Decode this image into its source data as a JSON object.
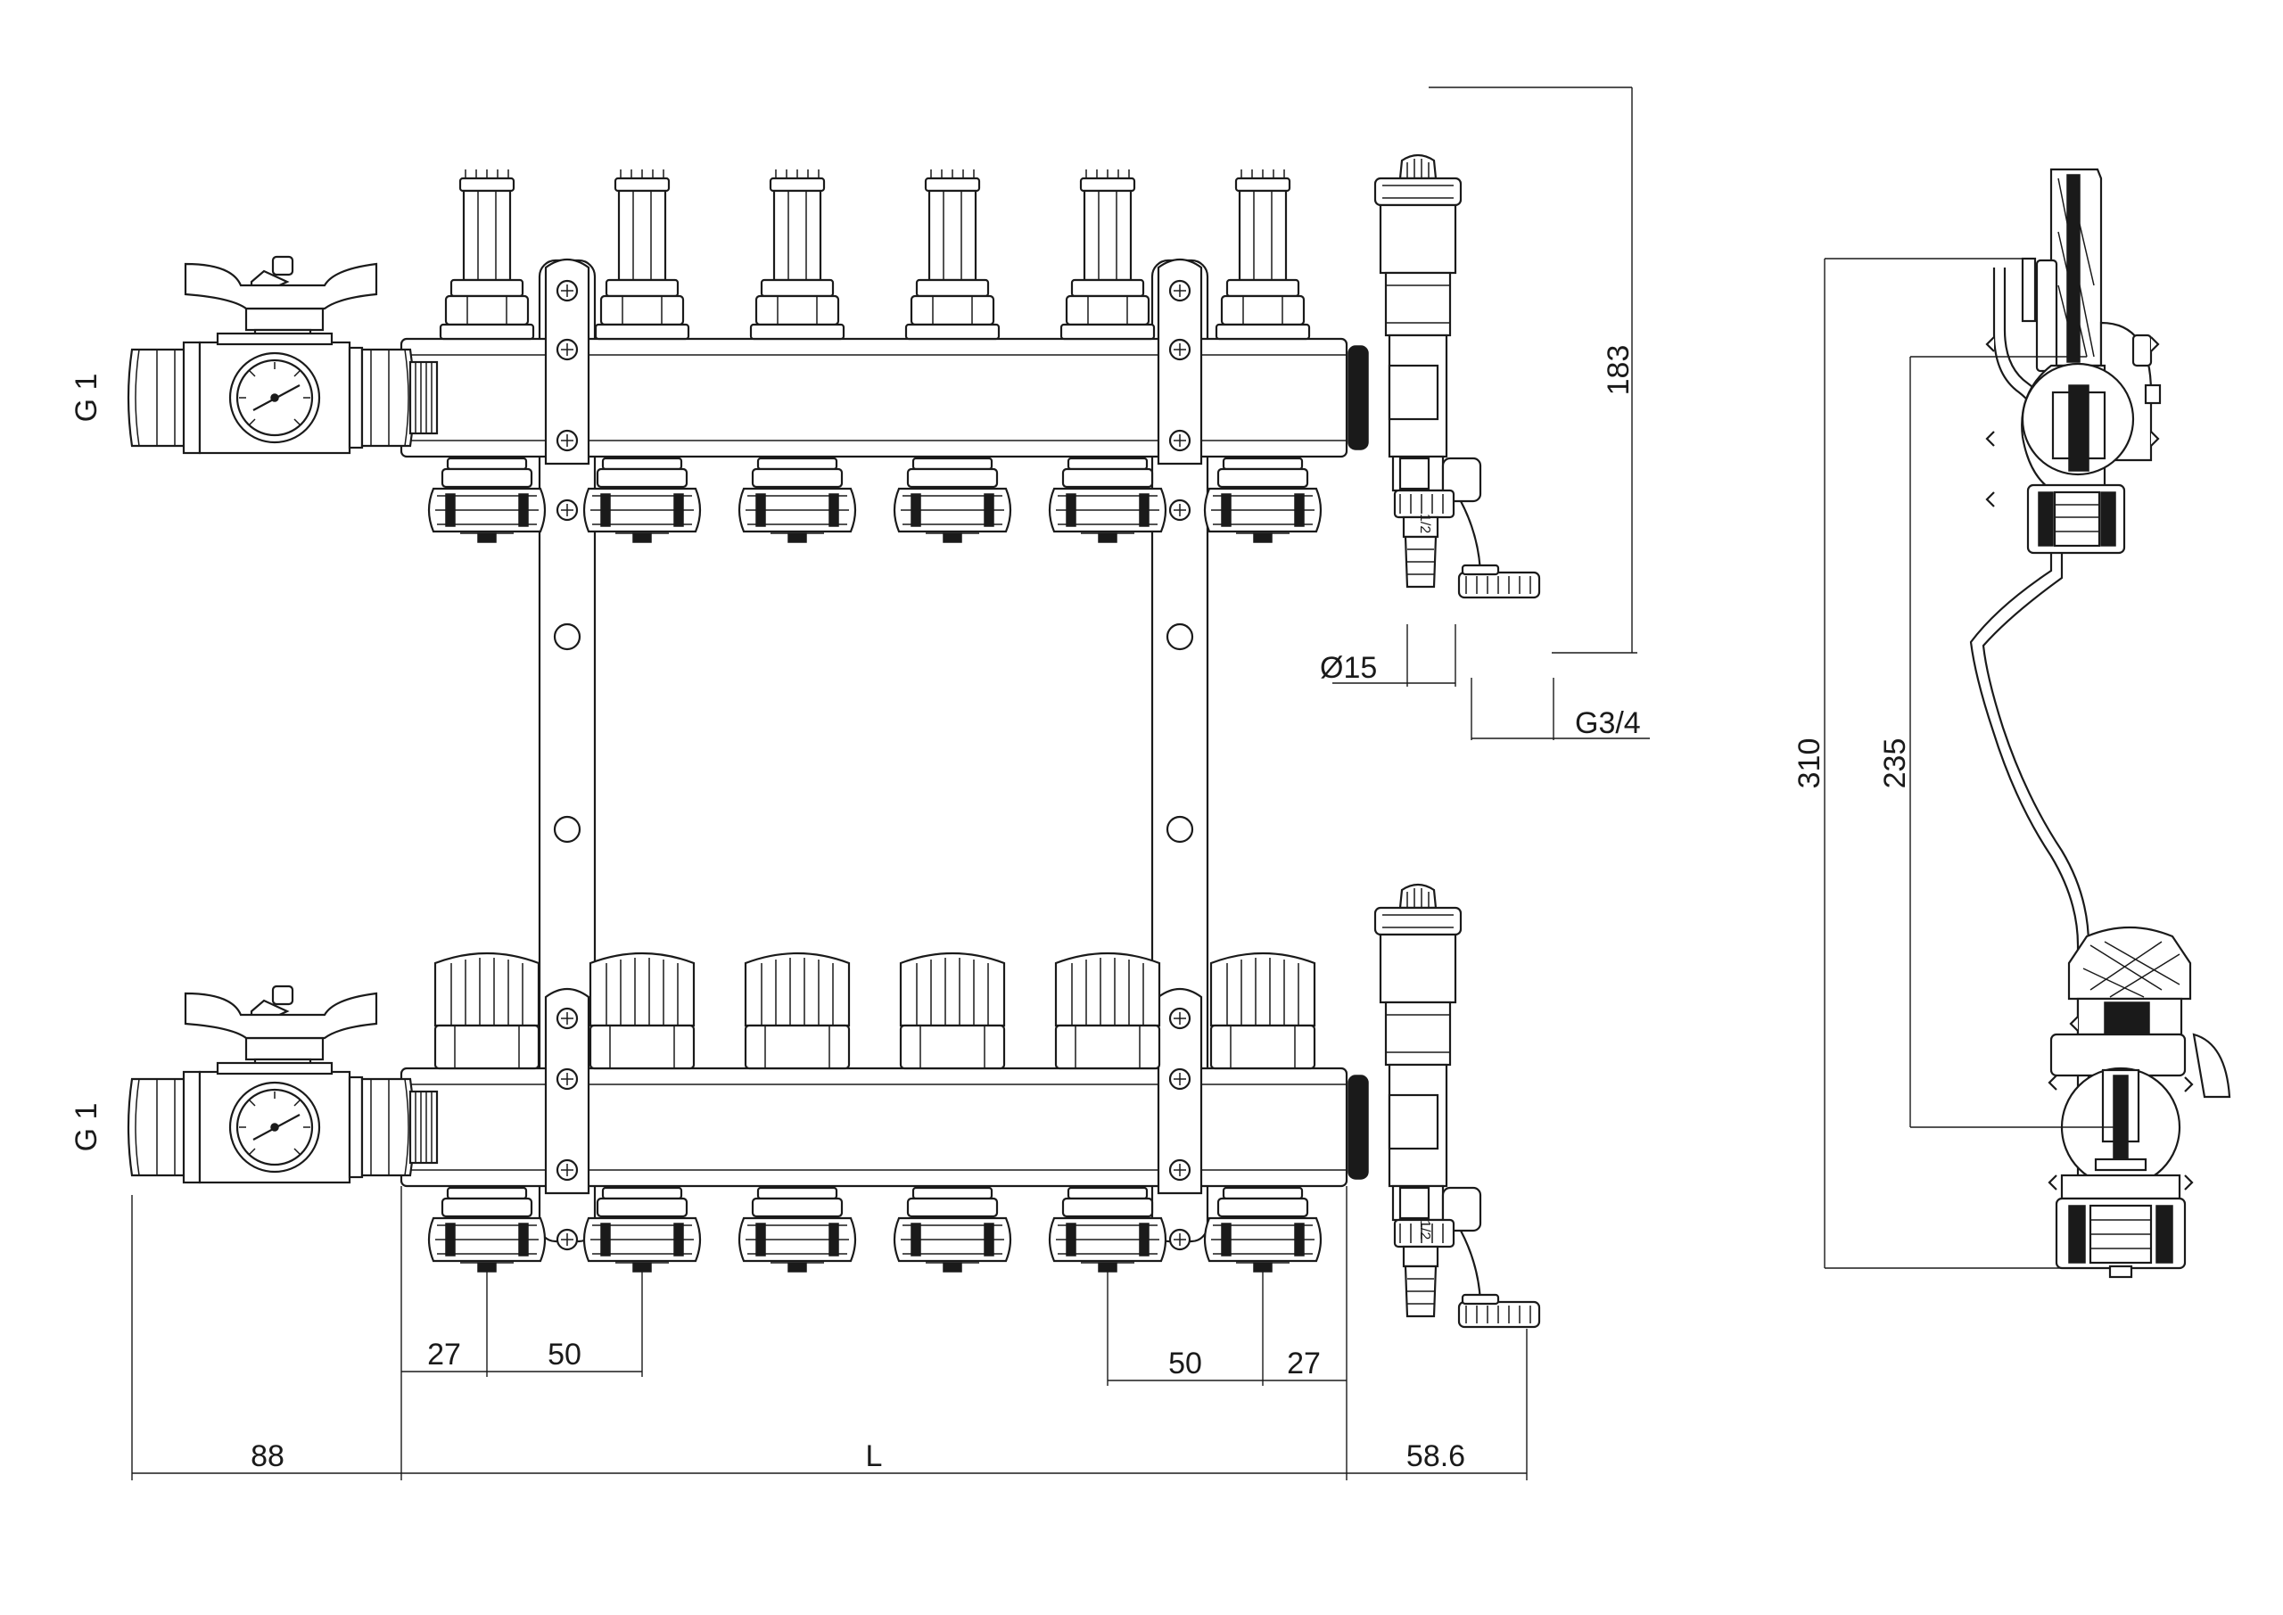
{
  "title": "Underfloor heating manifold dimensional drawing",
  "connections": {
    "supply_thread": "G 1",
    "return_thread": "G 1",
    "drain_thread": "G3/4",
    "hose_diameter": "Ø15",
    "hose_vent_marking": "1/2"
  },
  "dimensions": {
    "height_top_vent": "183",
    "height_total": "310",
    "height_axis": "235",
    "outlet_offset_left": "27",
    "outlet_pitch_left": "50",
    "outlet_pitch_right": "50",
    "outlet_offset_right": "27",
    "valve_length": "88",
    "manifold_length": "L",
    "end_piece_length": "58.6"
  },
  "circuits": 6
}
